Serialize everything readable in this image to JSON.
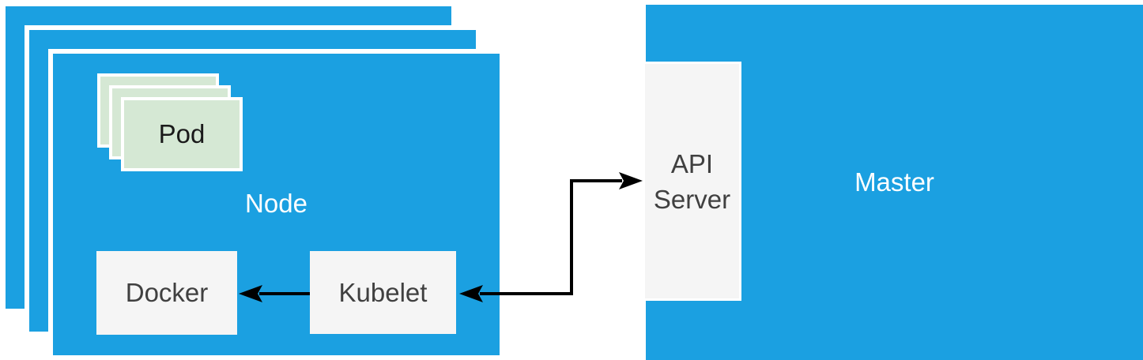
{
  "diagram": {
    "labels": {
      "pod": "Pod",
      "node": "Node",
      "docker": "Docker",
      "kubelet": "Kubelet",
      "api_server": "API Server",
      "master": "Master"
    },
    "stacks": {
      "node_layers": 3,
      "pod_layers": 3
    },
    "edges": [
      {
        "from": "Kubelet",
        "to": "Docker",
        "arrowheads": "end"
      },
      {
        "from": "Kubelet",
        "to": "API Server",
        "arrowheads": "both",
        "shape": "elbow"
      }
    ],
    "colors": {
      "node_blue": "#1BA0E1",
      "pod_green": "#D5E8D4",
      "component_gray": "#F5F5F5",
      "label_white": "#FFFFFF",
      "label_dark": "#404040",
      "pod_text": "#1A1A1A",
      "arrow_black": "#000000"
    }
  }
}
